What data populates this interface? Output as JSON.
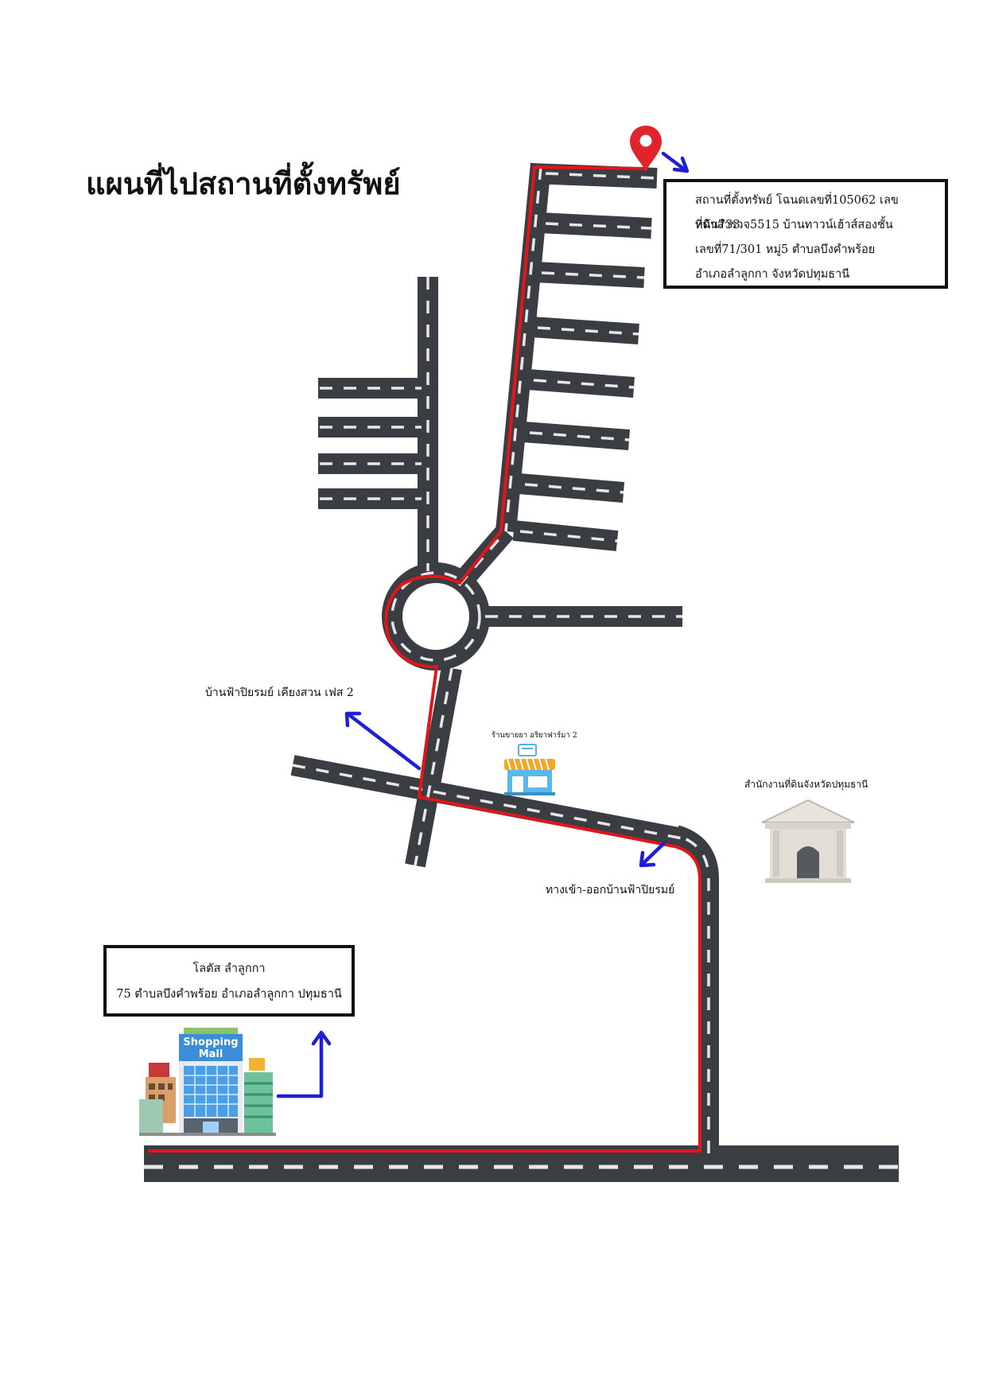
{
  "title": "แผนที่ไปสถานที่ตั้งทรัพย์",
  "property_box": {
    "lines": [
      "สถานที่ตั้งทรัพย์ โฉนดเลขที่105062 เลขที่ดิน733",
      "หน้าสำรวจ5515 บ้านทาวน์เฮ้าส์สองชั้น",
      "เลขที่71/301 หมู่5 ตำบลบึงคำพร้อย",
      "อำเภอลำลูกกา จังหวัดปทุมธานี"
    ]
  },
  "landmarks": {
    "village": "บ้านฟ้าปิยรมย์ เคียงสวน เฟส 2",
    "pharmacy": "ร้านขายยา อริยาฟาร์มา 2",
    "land_office": "สำนักงานที่ดินจังหวัดปทุมธานี",
    "entrance": "ทางเข้า-ออกบ้านฟ้าปิยรมย์"
  },
  "lotus_box": {
    "name": "โลตัส ลำลูกกา",
    "address": "75 ตำบลบึงคำพร้อย อำเภอลำลูกกา ปทุมธานี"
  },
  "mall_sign": [
    "Shopping",
    "Mall"
  ],
  "colors": {
    "road": "#3a3d42",
    "road_dash": "#e6e6e6",
    "route": "#e0161b",
    "arrow": "#1f1fd6",
    "pin": "#e0242a",
    "building": "#dcd8d0"
  },
  "icons": [
    "map-pin-icon",
    "pharmacy-shop-icon",
    "government-building-icon",
    "shopping-mall-icon"
  ]
}
